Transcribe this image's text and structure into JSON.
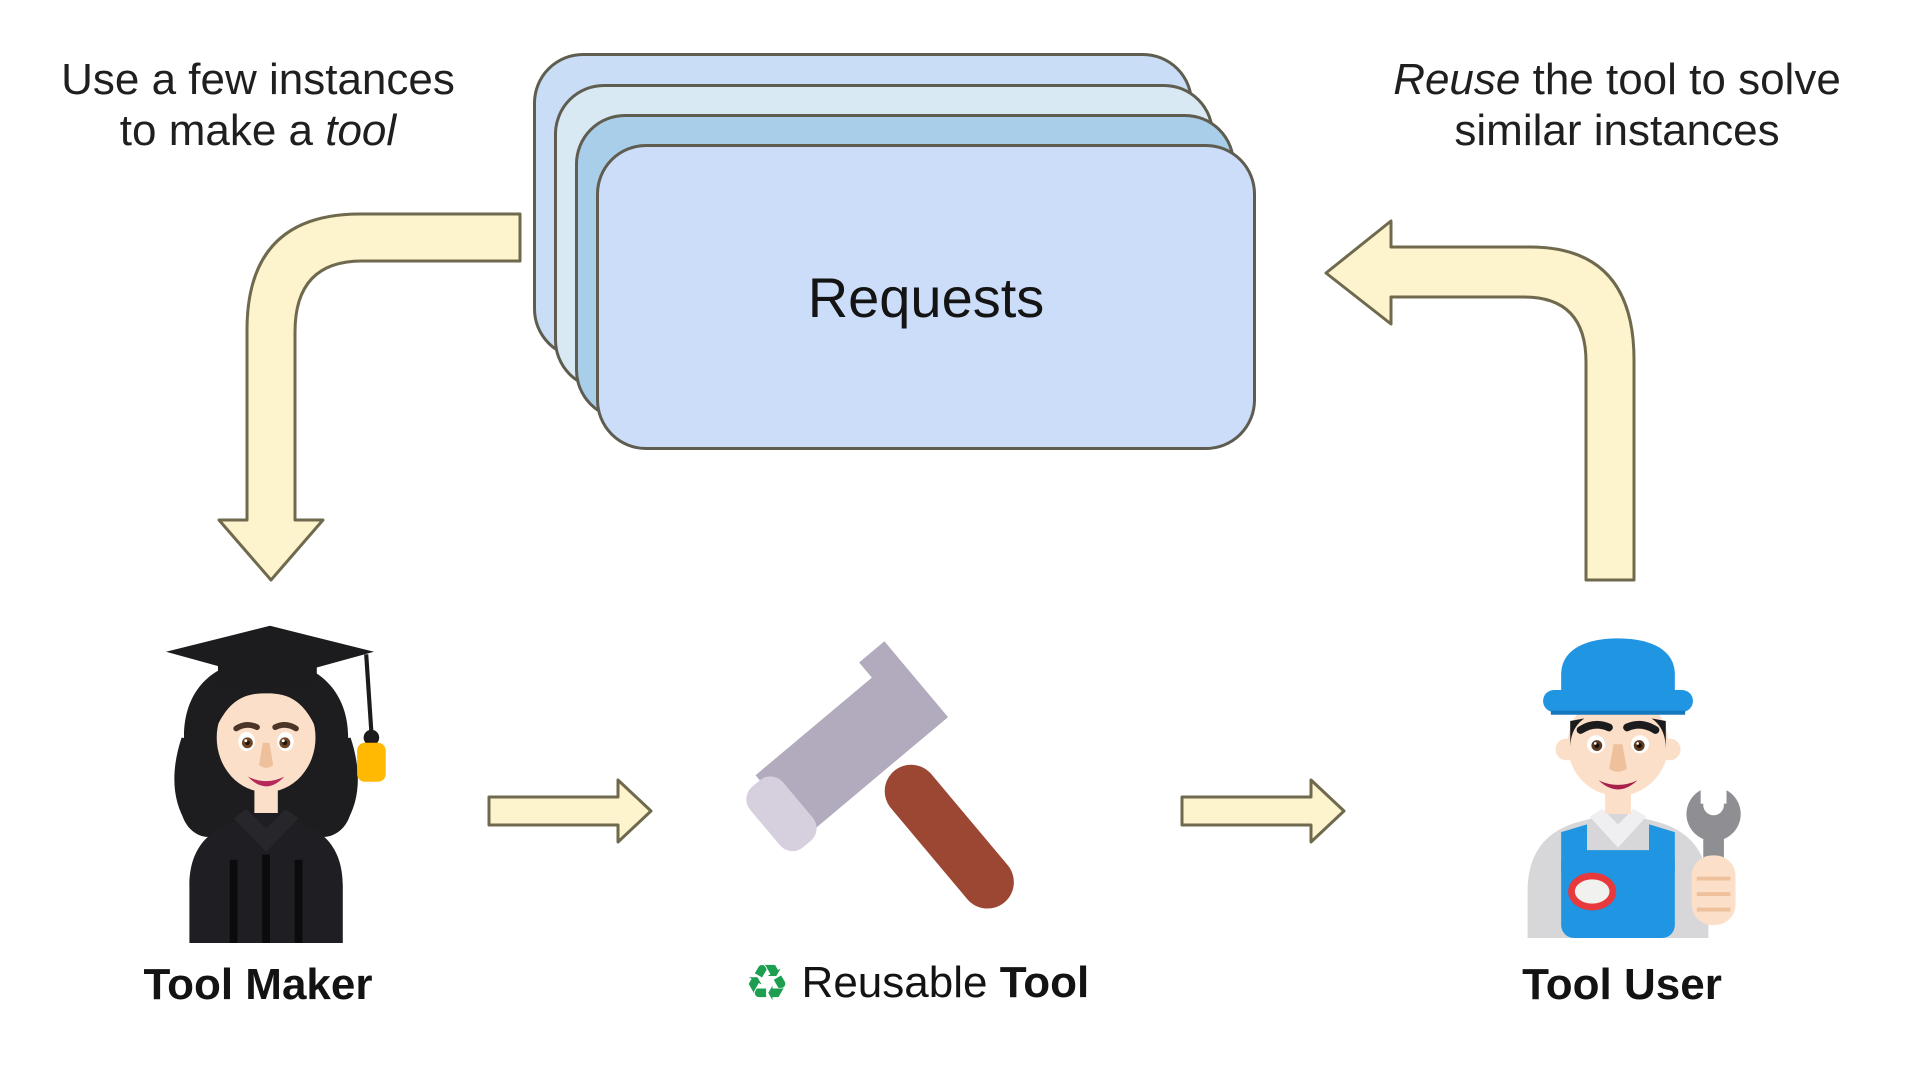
{
  "colors": {
    "text": "#1f1f1f",
    "arrow_fill": "#fdf3cd",
    "arrow_stroke": "#6f6a4e",
    "card_border": "#5f5c50",
    "card_back": "#c9ddf6",
    "card_mid1": "#d8e9f3",
    "card_mid2": "#a8cee9",
    "card_front": "#cbddf8",
    "recycle_green": "#1e9e50"
  },
  "annotations": {
    "top_left": {
      "line1": "Use a few instances",
      "line2_prefix": "to make a ",
      "line2_italic": "tool"
    },
    "top_right": {
      "line1_italic": "Reuse",
      "line1_rest": " the tool to solve",
      "line2": "similar instances"
    }
  },
  "requests": {
    "label": "Requests"
  },
  "actors": {
    "tool_maker": {
      "label": "Tool Maker",
      "icon": "woman-graduate-emoji"
    },
    "reusable_tool": {
      "label_prefix": "Reusable ",
      "label_bold": "Tool",
      "recycle_glyph": "♻",
      "icon": "hammer-emoji",
      "badge_icon": "recycling-symbol"
    },
    "tool_user": {
      "label": "Tool User",
      "icon": "man-mechanic-emoji"
    }
  }
}
